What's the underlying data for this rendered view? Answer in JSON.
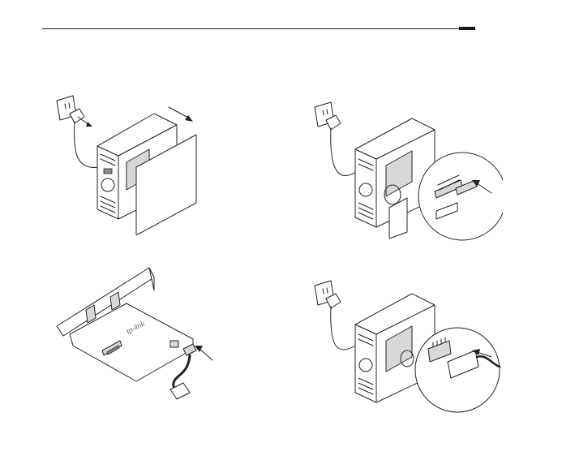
{
  "figure": {
    "steps": [
      {
        "id": "step-unplug-open-case"
      },
      {
        "id": "step-insert-card-slot"
      },
      {
        "id": "step-attach-header-cable"
      },
      {
        "id": "step-connect-motherboard-header"
      }
    ],
    "card_brand": "tp-link",
    "colors": {
      "line": "#222222",
      "fill_gray": "#d8d8d8",
      "background": "#ffffff"
    }
  }
}
